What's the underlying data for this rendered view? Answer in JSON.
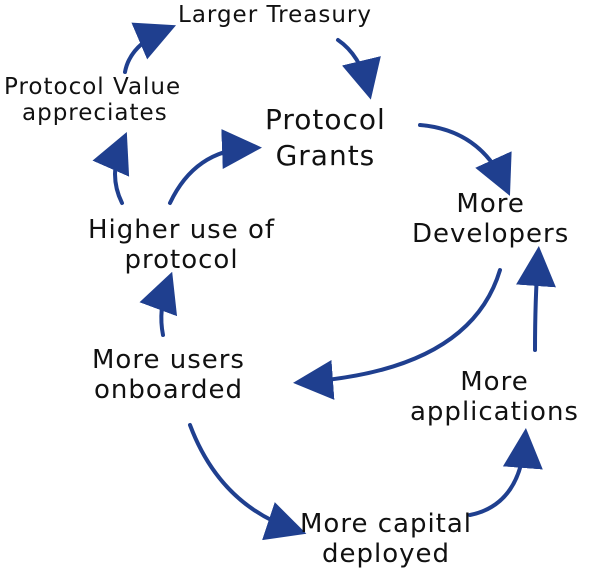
{
  "diagram": {
    "arrow_color": "#1f3f8f",
    "nodes": {
      "larger_treasury": {
        "line1": "Larger Treasury"
      },
      "protocol_value": {
        "line1": "Protocol Value",
        "line2": "appreciates"
      },
      "protocol_grants": {
        "line1": "Protocol",
        "line2": "Grants"
      },
      "more_developers": {
        "line1": "More",
        "line2": "Developers"
      },
      "higher_use": {
        "line1": "Higher use of",
        "line2": "protocol"
      },
      "more_users": {
        "line1": "More users",
        "line2": "onboarded"
      },
      "more_applications": {
        "line1": "More",
        "line2": "applications"
      },
      "more_capital": {
        "line1": "More capital",
        "line2": "deployed"
      }
    }
  }
}
